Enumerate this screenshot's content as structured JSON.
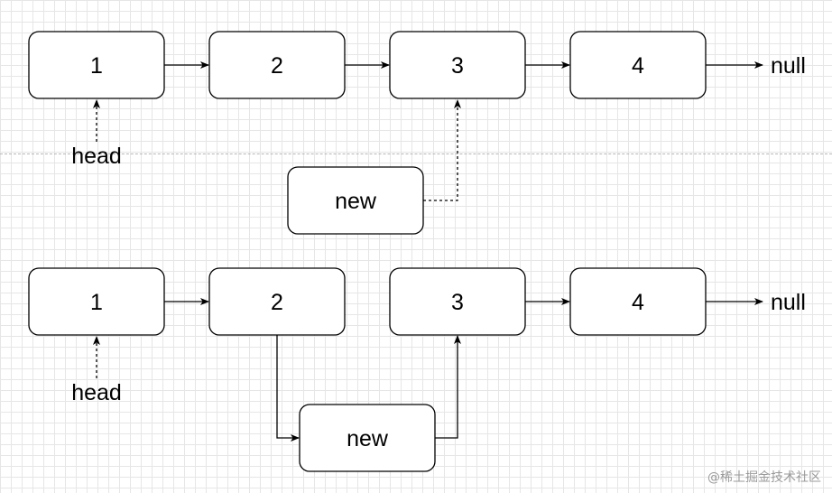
{
  "diagram": {
    "top": {
      "nodes": [
        "1",
        "2",
        "3",
        "4"
      ],
      "terminal": "null",
      "head_label": "head",
      "new_label": "new"
    },
    "bottom": {
      "nodes": [
        "1",
        "2",
        "3",
        "4"
      ],
      "terminal": "null",
      "head_label": "head",
      "new_label": "new"
    }
  },
  "watermark": "@稀土掘金技术社区"
}
